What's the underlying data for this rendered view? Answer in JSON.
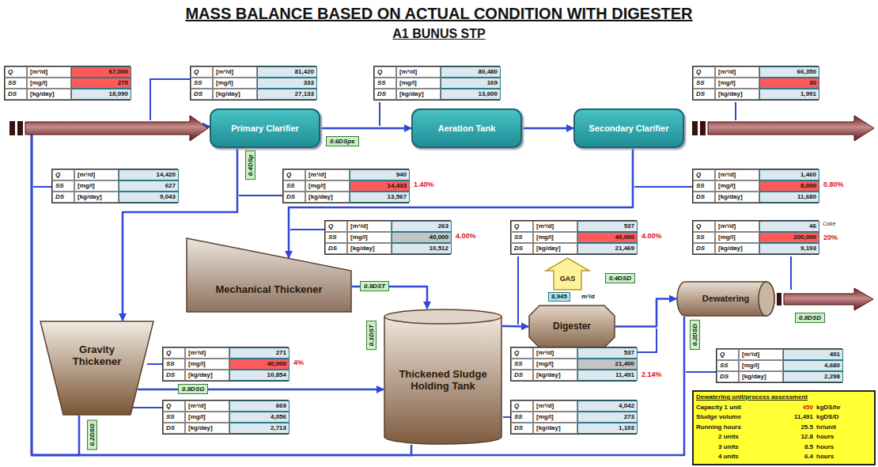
{
  "diagram": {
    "title": "MASS BALANCE BASED ON ACTUAL CONDITION WITH DIGESTER",
    "nodes": [
      {
        "text": [
          "Primary Clarifier"
        ]
      },
      {
        "text": [
          "Aeration Tank"
        ]
      },
      {
        "text": [
          "Secondary Clarifier"
        ]
      },
      {
        "text": [
          "Mechanical Thickener"
        ]
      },
      {
        "text": [
          "Gravity Thickener"
        ]
      },
      {
        "text": [
          "Thickened Sludge Holding Tank"
        ]
      },
      {
        "text": [
          "GAS"
        ]
      },
      {
        "text": [
          "Digester"
        ]
      },
      {
        "text": [
          "Dewatering"
        ]
      }
    ],
    "edges": [
      {
        "from": 0,
        "to": 1,
        "arrow": "to"
      },
      {
        "from": 1,
        "to": 2,
        "arrow": "to"
      },
      {
        "from": 0,
        "to": 4,
        "arrow": "to"
      },
      {
        "from": 2,
        "to": 3,
        "arrow": "to"
      },
      {
        "from": 3,
        "to": 5,
        "arrow": "to"
      },
      {
        "from": 4,
        "to": 5,
        "arrow": "to"
      },
      {
        "from": 5,
        "to": 7,
        "arrow": "to"
      },
      {
        "from": 7,
        "to": 8,
        "arrow": "to"
      },
      {
        "from": 4,
        "to": 0,
        "arrow": "to"
      },
      {
        "from": 5,
        "to": 0,
        "arrow": "to"
      },
      {
        "from": 8,
        "to": 0,
        "arrow": "to"
      }
    ],
    "labels": [
      "A1 BUNUS STP",
      "Q",
      "[m³/d]",
      "67,000",
      "SS",
      "[mg/l]",
      "270",
      "DS",
      "[kg/day]",
      "18,090",
      "Q",
      "[m³/d]",
      "81,420",
      "SS",
      "[mg/l]",
      "333",
      "DS",
      "[kg/day]",
      "27,133",
      "Q",
      "[m³/d]",
      "80,480",
      "SS",
      "[mg/l]",
      "169",
      "DS",
      "[kg/day]",
      "13,600",
      "Q",
      "[m³/d]",
      "66,350",
      "SS",
      "[mg/l]",
      "30",
      "DS",
      "[kg/day]",
      "1,991",
      "Q",
      "[m³/d]",
      "14,420",
      "SS",
      "[mg/l]",
      "627",
      "DS",
      "[kg/day]",
      "9,043",
      "Q",
      "[m³/d]",
      "940",
      "SS",
      "[mg/l]",
      "14,433",
      "DS",
      "[kg/day]",
      "13,567",
      "Q",
      "[m³/d]",
      "1,460",
      "SS",
      "[mg/l]",
      "8,000",
      "DS",
      "[kg/day]",
      "11,680",
      "Q",
      "[m³/d]",
      "263",
      "SS",
      "[mg/l]",
      "40,000",
      "DS",
      "[kg/day]",
      "10,512",
      "Q",
      "[m³/d]",
      "537",
      "SS",
      "[mg/l]",
      "40,000",
      "DS",
      "[kg/day]",
      "21,469",
      "Q",
      "[m³/d]",
      "46",
      "SS",
      "[mg/l]",
      "200,000",
      "DS",
      "[kg/day]",
      "9,193",
      "Q",
      "[m³/d]",
      "271",
      "SS",
      "[mg/l]",
      "40,000",
      "DS",
      "[kg/day]",
      "10,854",
      "Q",
      "[m³/d]",
      "537",
      "SS",
      "[mg/l]",
      "21,400",
      "DS",
      "[kg/day]",
      "11,491",
      "Q",
      "[m³/d]",
      "491",
      "SS",
      "[mg/l]",
      "4,680",
      "DS",
      "[kg/day]",
      "2,298",
      "Q",
      "[m³/d]",
      "669",
      "SS",
      "[mg/l]",
      "4,056",
      "DS",
      "[kg/day]",
      "2,713",
      "Q",
      "[m³/d]",
      "4,042",
      "SS",
      "[mg/l]",
      "273",
      "DS",
      "[kg/day]",
      "1,103",
      "0.6DSps",
      "0.4DSp",
      "0.9DST",
      "0.1DST",
      "0.8DSG",
      "0.2DSG",
      "0.4DSD",
      "0.8DSD",
      "0.2DSD",
      "1.40%",
      "0.80%",
      "4.00%",
      "4.00%",
      "Cake",
      "20%",
      "4%",
      "2.14%",
      "8,945",
      "m³/d",
      "Dewatering unit/process assessment",
      "Capacity 1 unit",
      "450",
      "kgDS/hr",
      "Sludge volume",
      "11,491",
      "kgDS/D",
      "Running hours",
      "25.5",
      "hr/unit",
      "2 units",
      "12.8",
      "hours",
      "3 units",
      "8.5",
      "hours",
      "4 units",
      "6.4",
      "hours"
    ]
  }
}
